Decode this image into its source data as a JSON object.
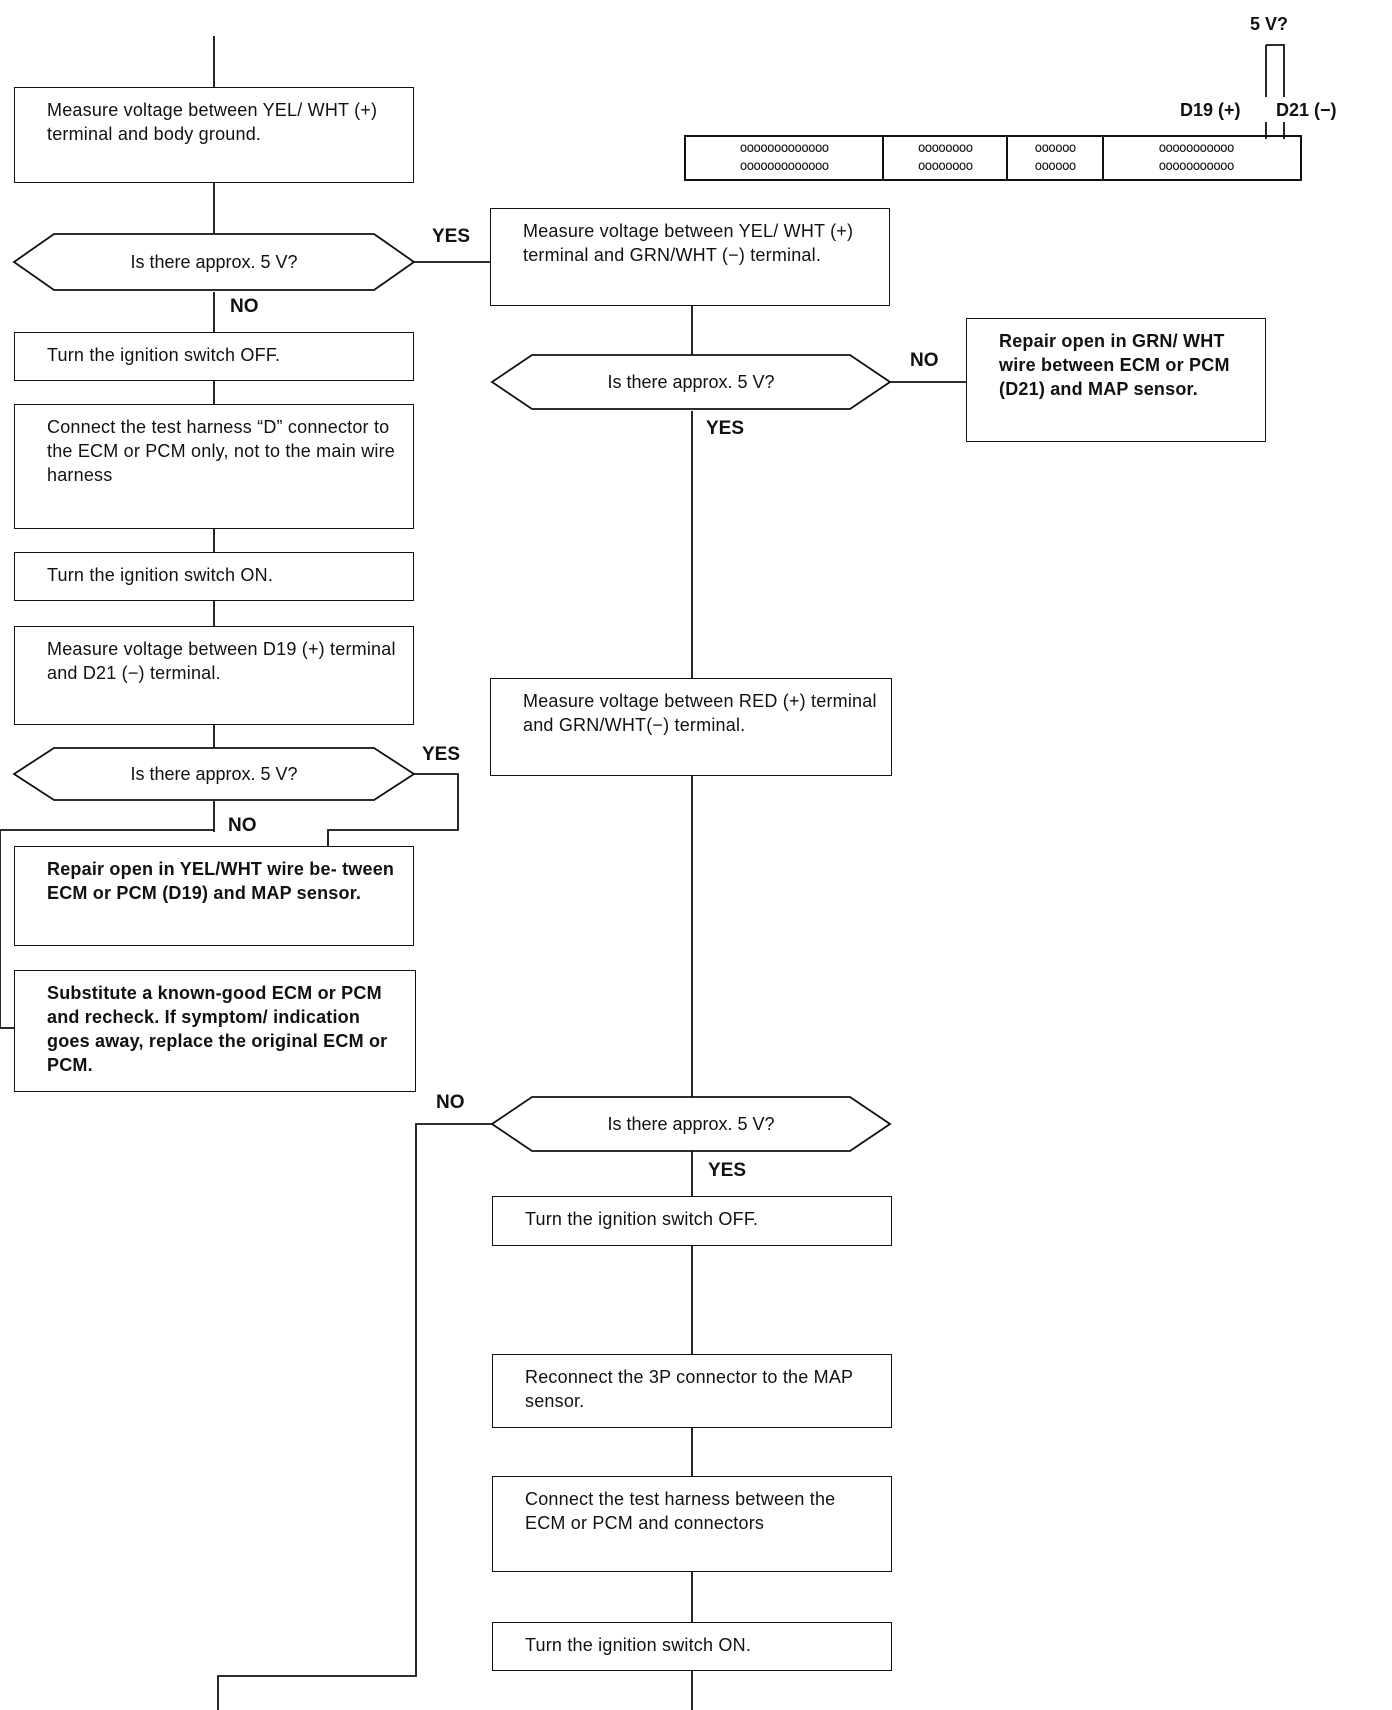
{
  "connector": {
    "voltage_label": "5 V?",
    "d19_label": "D19 (+)",
    "d21_label": "D21 (−)",
    "pin_rows": [
      [
        "ooooooooooooo",
        "oooooooo",
        "oooooo",
        "ooooooooooo"
      ],
      [
        "ooooooooooooo",
        "oooooooo",
        "oooooo",
        "ooooooooooo"
      ]
    ]
  },
  "labels": {
    "yes": "YES",
    "no": "NO"
  },
  "nodes": {
    "measure_yel_wht_body": "Measure voltage between YEL/ WHT (+) terminal and body ground.",
    "decision_1": "Is there approx. 5 V?",
    "measure_yel_wht_grn_wht": "Measure voltage between YEL/ WHT (+) terminal and GRN/WHT (−) terminal.",
    "decision_right_1": "Is there approx. 5 V?",
    "repair_grn_wht": "Repair open in GRN/ WHT wire between ECM or PCM (D21) and MAP sensor.",
    "ign_off_1": "Turn the ignition switch OFF.",
    "connect_test_harness_d": "Connect the test harness “D” connector to the ECM or PCM only, not to the main wire harness",
    "ign_on_1": "Turn the ignition switch ON.",
    "measure_d19_d21": "Measure voltage between D19 (+) terminal and D21 (−) terminal.",
    "decision_2": "Is there approx. 5 V?",
    "repair_yel_wht": "Repair open in YEL/WHT wire be- tween ECM or PCM (D19) and MAP sensor.",
    "substitute_ecm": "Substitute a known-good ECM or PCM and recheck. If symptom/ indication goes away, replace the original ECM or PCM.",
    "measure_red_grn_wht": "Measure voltage between RED (+) terminal and GRN/WHT(−) terminal.",
    "decision_right_2": "Is there approx. 5 V?",
    "ign_off_2": "Turn the ignition switch OFF.",
    "reconnect_3p": "Reconnect the 3P connector to the MAP sensor.",
    "connect_test_harness_between": "Connect the test harness between the ECM or PCM and connectors",
    "ign_on_2": "Turn the ignition switch ON."
  }
}
